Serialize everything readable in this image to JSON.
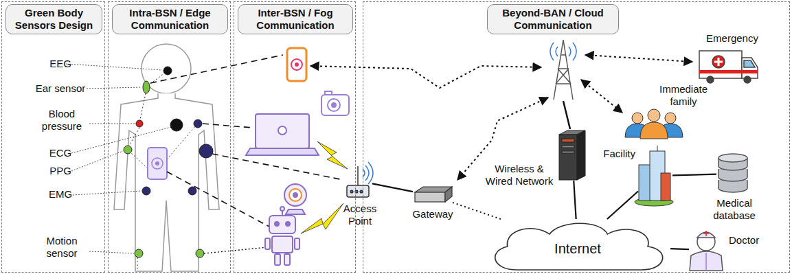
{
  "diagram": {
    "nodes": [
      {
        "text": [
          "Green Body Sensors Design"
        ]
      },
      {
        "text": [
          "Intra-BSN / Edge Communication"
        ]
      },
      {
        "text": [
          "Inter-BSN / Fog Communication"
        ]
      },
      {
        "text": [
          "Beyond-BAN / Cloud Communication"
        ]
      },
      {
        "text": [
          "Access Point"
        ],
        "in": 2
      },
      {
        "text": [
          "Gateway"
        ],
        "in": 3
      },
      {
        "text": [
          "Internet"
        ],
        "in": 3
      },
      {
        "text": [
          "Wireless & Wired Network"
        ],
        "in": 3
      },
      {
        "text": [
          "Facility"
        ],
        "in": 3
      },
      {
        "text": [
          "Medical database"
        ],
        "in": 3
      },
      {
        "text": [
          "Doctor"
        ],
        "in": 3
      },
      {
        "text": [
          "Emergency"
        ],
        "in": 3
      },
      {
        "text": [
          "Immediate family"
        ],
        "in": 3
      }
    ],
    "edges": [
      {
        "from": 4,
        "to": 5,
        "arrow": "none"
      },
      {
        "from": 5,
        "to": 6,
        "arrow": "none"
      },
      {
        "from": 7,
        "to": 6,
        "arrow": "none"
      },
      {
        "from": 6,
        "to": 8,
        "arrow": "none"
      },
      {
        "from": 8,
        "to": 9,
        "arrow": "none"
      },
      {
        "from": 6,
        "to": 10,
        "arrow": "none"
      }
    ],
    "labels": [
      "EEG",
      "Ear sensor",
      "Blood pressure",
      "ECG",
      "PPG",
      "EMG",
      "Motion sensor"
    ]
  }
}
